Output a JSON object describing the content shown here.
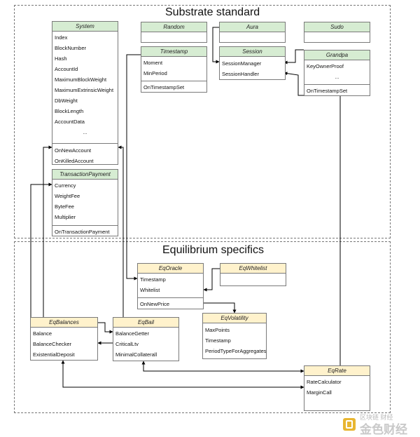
{
  "regions": {
    "substrate": {
      "title": "Substrate standard"
    },
    "equilibrium": {
      "title": "Equilibrium specifics"
    }
  },
  "boxes": {
    "system": {
      "title": "System",
      "items": [
        "Index",
        "BlockNumber",
        "Hash",
        "AccountId",
        "MaximumBlockWeight",
        "MaximumExtrinsicWeight",
        "DbWeight",
        "BlockLength",
        "AccountData",
        "..."
      ],
      "methods": [
        "OnNewAccount",
        "OnKilledAccount"
      ]
    },
    "random": {
      "title": "Random"
    },
    "aura": {
      "title": "Aura"
    },
    "sudo": {
      "title": "Sudo"
    },
    "timestamp": {
      "title": "Timestamp",
      "items": [
        "Moment",
        "MinPeriod"
      ],
      "methods": [
        "OnTimestampSet"
      ]
    },
    "session": {
      "title": "Session",
      "items": [
        "SessionManager",
        "SessionHandler"
      ]
    },
    "grandpa": {
      "title": "Grandpa",
      "items": [
        "KeyOwnerProof",
        "..."
      ],
      "methods": [
        "OnTimestampSet"
      ]
    },
    "transaction_payment": {
      "title": "TransactionPayment",
      "items": [
        "Currency",
        "WeightFee",
        "ByteFee",
        "Multiplier"
      ],
      "methods": [
        "OnTransactionPayment"
      ]
    },
    "eq_oracle": {
      "title": "EqOracle",
      "items": [
        "Timestamp",
        "Whitelist"
      ],
      "methods": [
        "OnNewPrice"
      ]
    },
    "eq_whitelist": {
      "title": "EqWhitelist"
    },
    "eq_volatility": {
      "title": "EqVolatility",
      "items": [
        "MaxPoints",
        "Timestamp",
        "PeriodTypeForAggregates"
      ]
    },
    "eq_balances": {
      "title": "EqBalances",
      "items": [
        "Balance",
        "BalanceChecker",
        "ExistentialDeposit"
      ]
    },
    "eq_bail": {
      "title": "EqBail",
      "items": [
        "BalanceGetter",
        "CriticalLtv",
        "MinimalCollaterall"
      ]
    },
    "eq_rate": {
      "title": "EqRate",
      "items": [
        "RateCalculator",
        "MarginCall"
      ]
    }
  },
  "watermark": {
    "line1": "区块链 财经",
    "line2": "金色财经"
  },
  "colors": {
    "standard_header": "#d6ecd2",
    "specific_header": "#fff2cc",
    "border": "#7a7a7a",
    "wire": "#000000"
  }
}
